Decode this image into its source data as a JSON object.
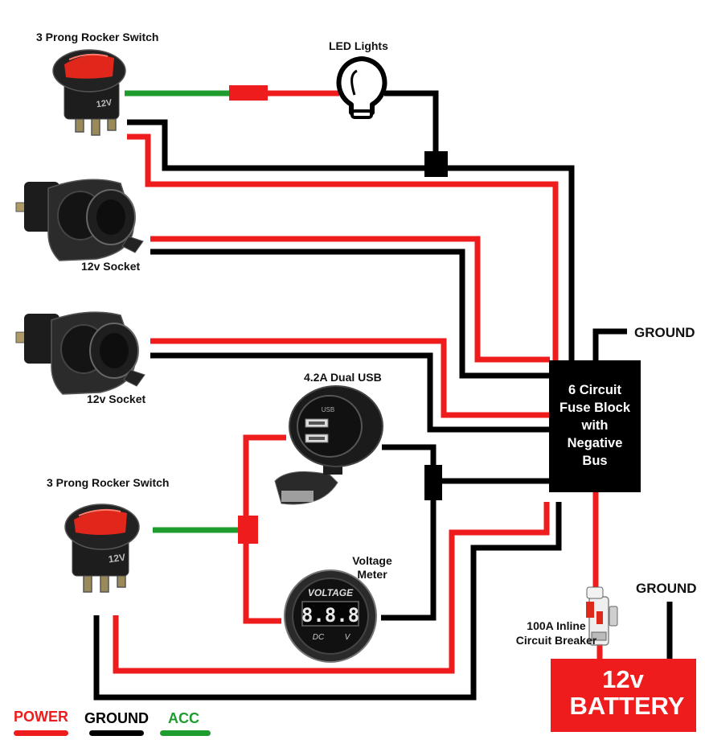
{
  "colors": {
    "power": "#ee1c1c",
    "ground": "#000000",
    "acc": "#1e9c2e",
    "battery": "#ee1c1c",
    "fuse_block": "#000000"
  },
  "labels": {
    "rocker_switch_top": "3 Prong Rocker Switch",
    "led_lights": "LED Lights",
    "socket_1": "12v Socket",
    "socket_2": "12v Socket",
    "usb": "4.2A Dual USB",
    "rocker_switch_bottom": "3 Prong Rocker Switch",
    "voltage_meter_l1": "Voltage",
    "voltage_meter_l2": "Meter",
    "ground_top": "GROUND",
    "ground_right": "GROUND",
    "breaker_l1": "100A Inline",
    "breaker_l2": "Circuit Breaker"
  },
  "fuse_block": {
    "lines": [
      "6 Circuit",
      "Fuse Block",
      "with",
      "Negative",
      "Bus"
    ]
  },
  "battery": {
    "line1": "12v",
    "line2": "BATTERY"
  },
  "switch_marks": {
    "top": "12V",
    "bottom": "12V"
  },
  "meter_face": {
    "title": "VOLTAGE",
    "digits": "8.8.8",
    "dc": "DC",
    "v": "V"
  },
  "usb_face": "USB",
  "legend": [
    {
      "label": "POWER",
      "color": "#ee1c1c"
    },
    {
      "label": "GROUND",
      "color": "#000000"
    },
    {
      "label": "ACC",
      "color": "#1e9c2e"
    }
  ]
}
